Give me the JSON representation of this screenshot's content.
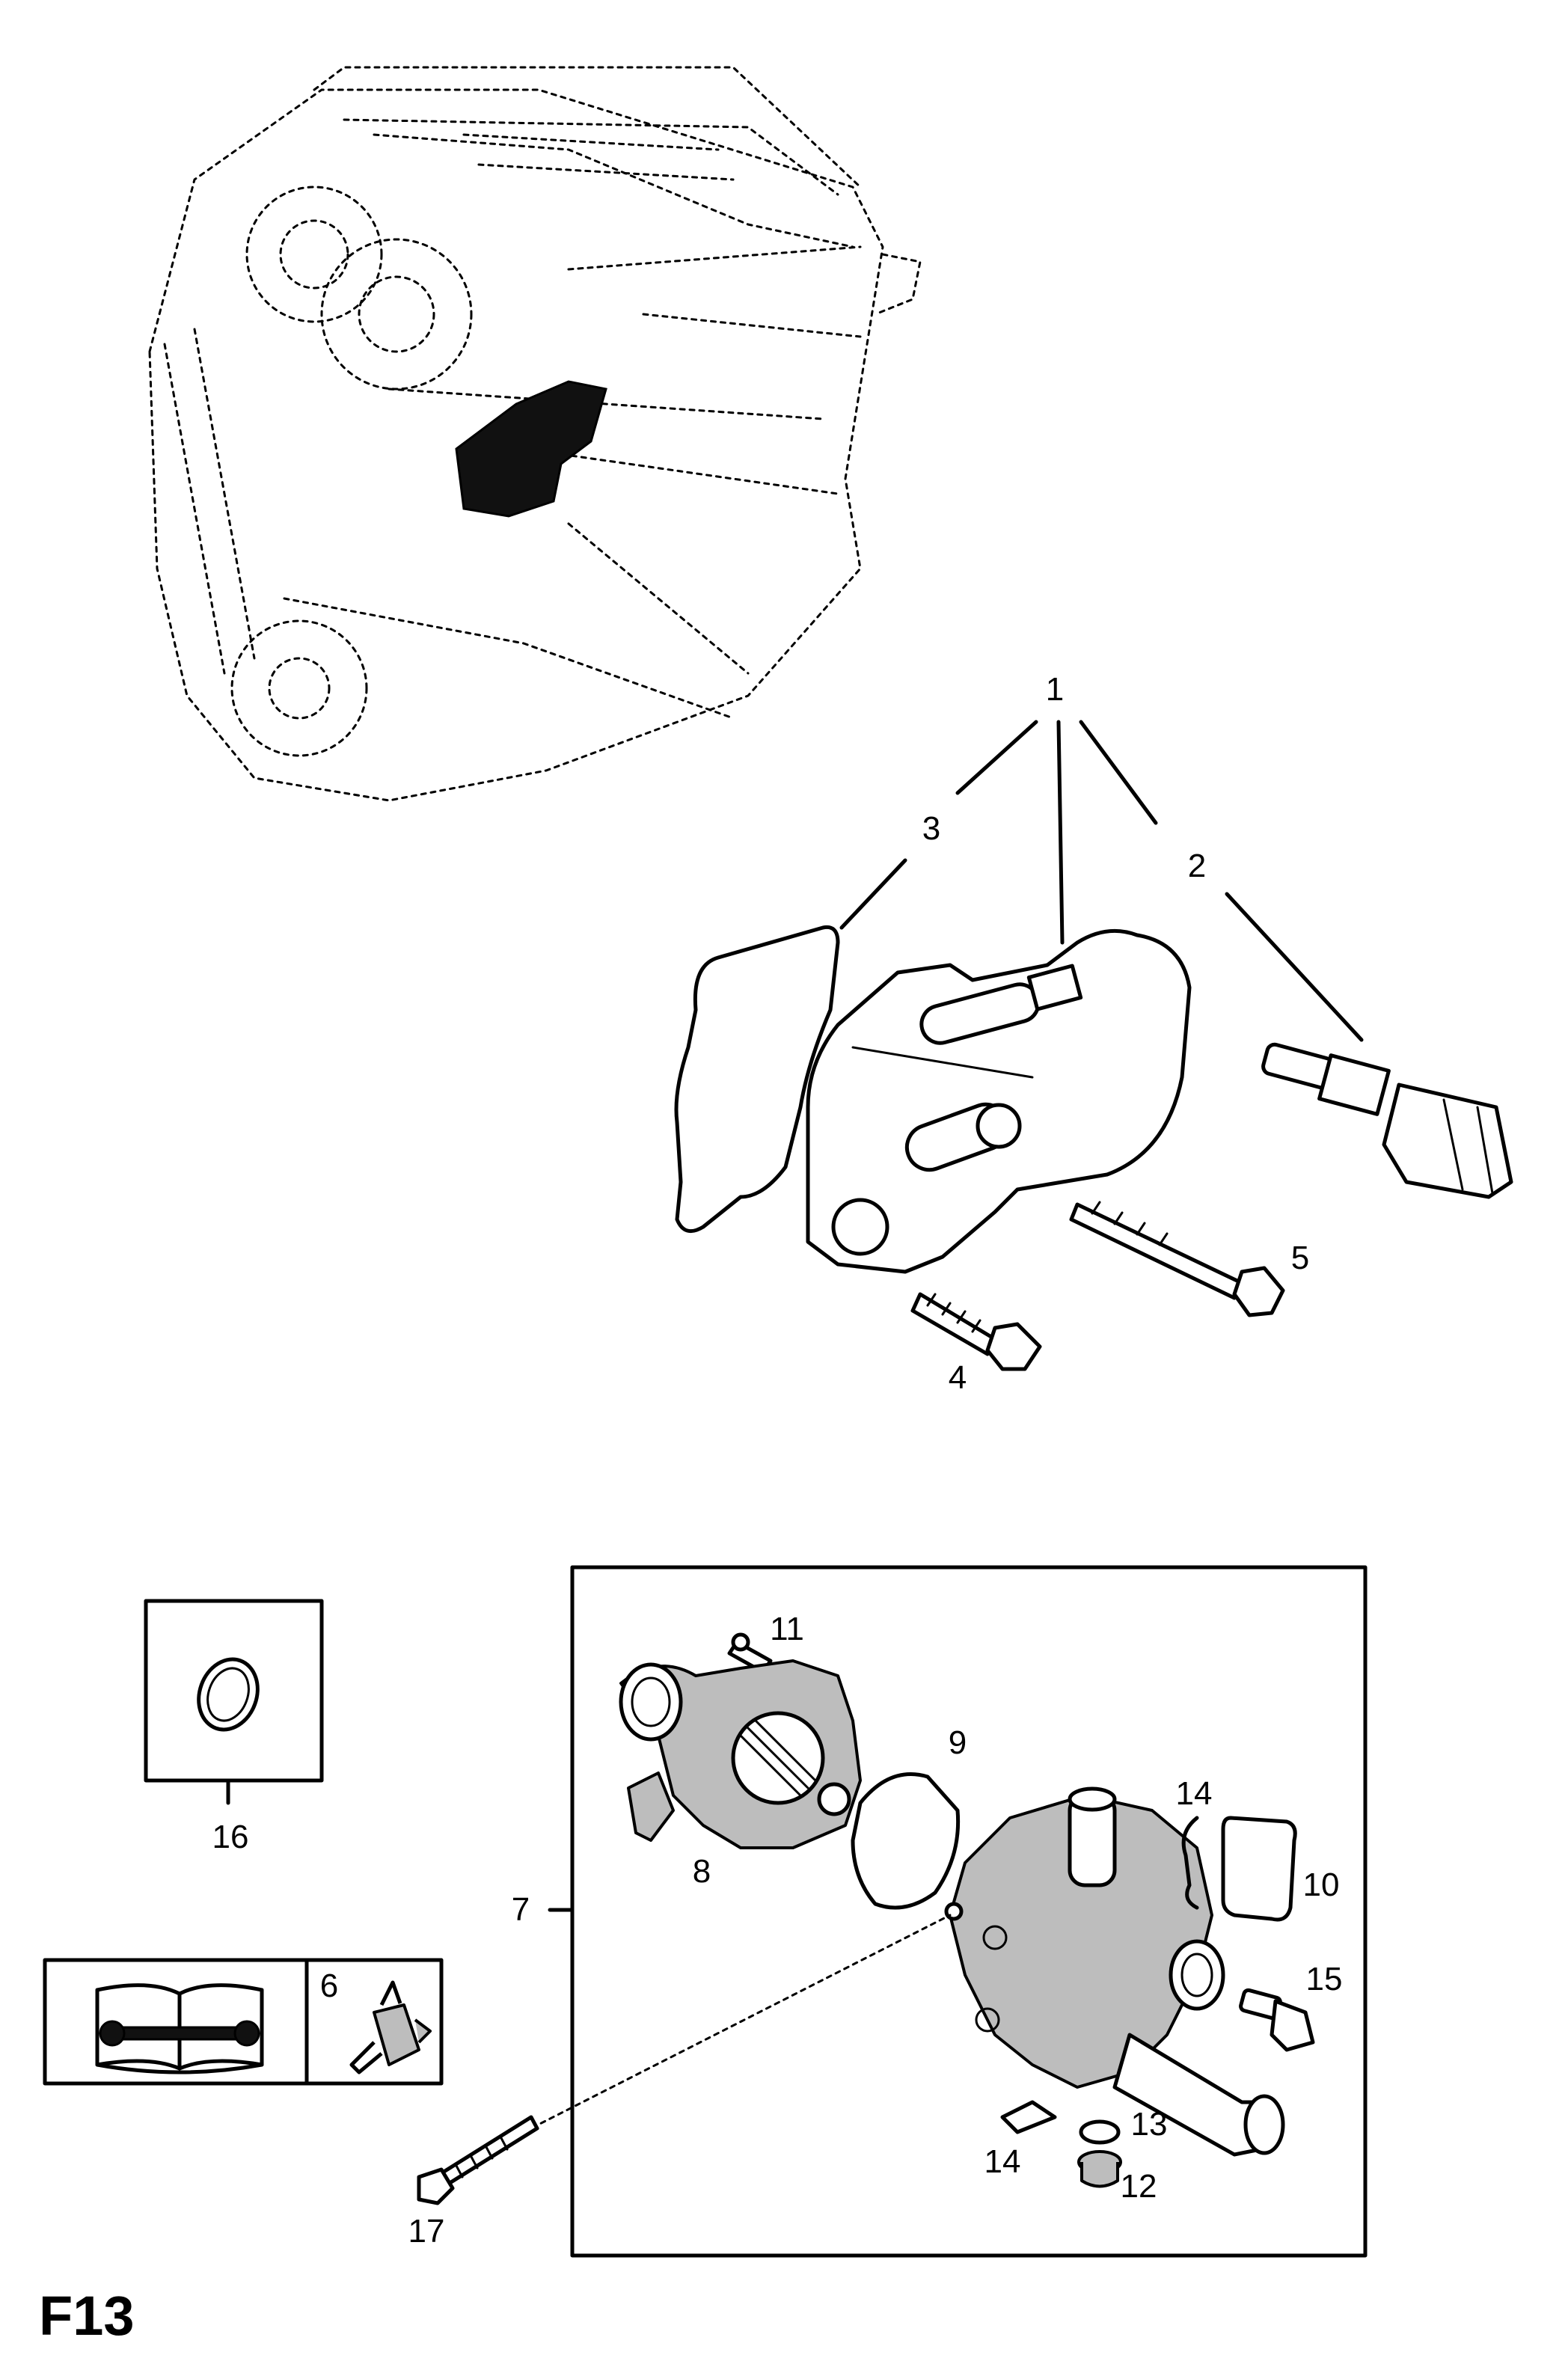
{
  "figure_code": "F13",
  "callouts": {
    "c1": "1",
    "c2": "2",
    "c3": "3",
    "c4": "4",
    "c5": "5",
    "c6": "6",
    "c7": "7",
    "c8": "8",
    "c9": "9",
    "c10": "10",
    "c11": "11",
    "c12": "12",
    "c13": "13",
    "c14a": "14",
    "c14b": "14",
    "c15": "15",
    "c16": "16",
    "c17": "17"
  },
  "icons": {
    "manual": "open-book-wrench-icon",
    "sealant": "sealant-tube-icon"
  }
}
